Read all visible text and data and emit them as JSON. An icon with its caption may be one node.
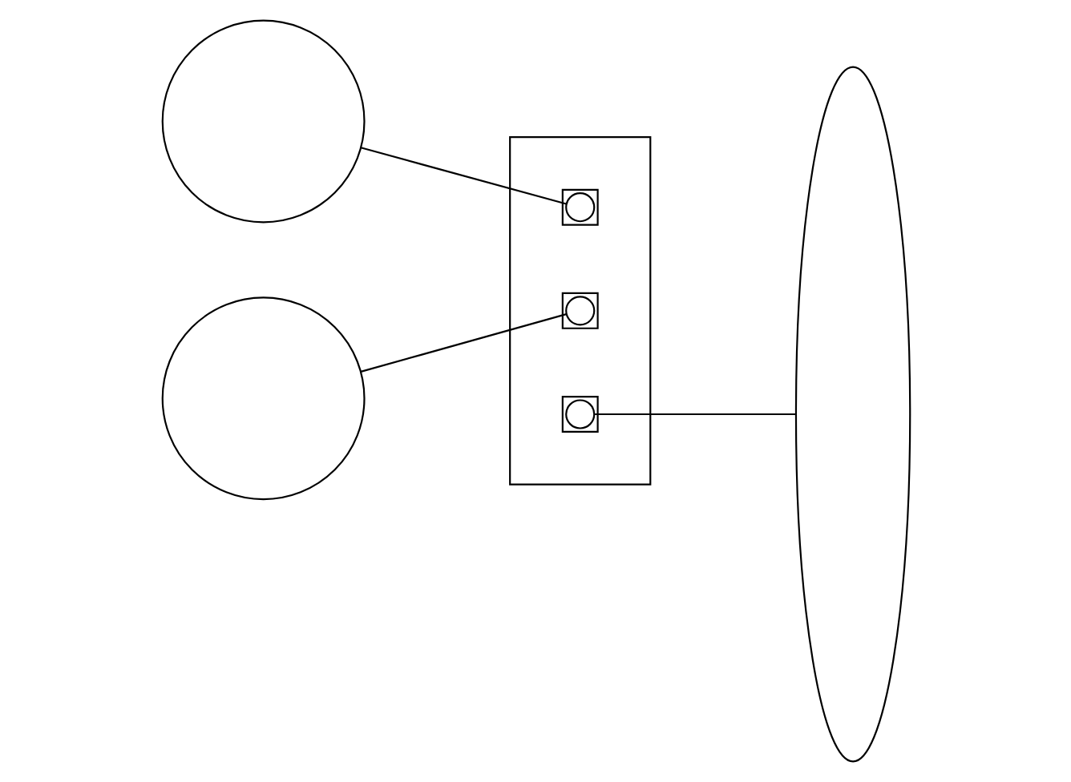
{
  "diagram": {
    "nodes": [
      {
        "text": [],
        "shape": "circle"
      },
      {
        "text": [],
        "shape": "circle"
      },
      {
        "text": [],
        "shape": "box"
      },
      {
        "text": [],
        "shape": "bar",
        "in": 2
      },
      {
        "text": [],
        "shape": "bar",
        "in": 2
      },
      {
        "text": [],
        "shape": "bar",
        "in": 2
      },
      {
        "text": [],
        "shape": "circle",
        "in": 3
      },
      {
        "text": [],
        "shape": "circle",
        "in": 4
      },
      {
        "text": [],
        "shape": "circle",
        "in": 5
      },
      {
        "text": [],
        "shape": "ellipse"
      }
    ],
    "edges": [
      {
        "from": 0,
        "to": 6,
        "arrow": "none"
      },
      {
        "from": 1,
        "to": 7,
        "arrow": "none"
      },
      {
        "from": 8,
        "to": 9,
        "arrow": "none"
      }
    ]
  }
}
